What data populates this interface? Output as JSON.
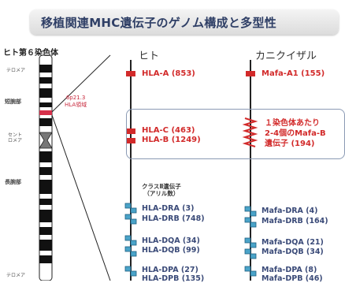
{
  "title": "移植関連MHC遺伝子のゲノム構成と多型性",
  "chromosome": {
    "title": "ヒト第６染色体",
    "regions": [
      "テロメア",
      "短腕部",
      "セント\nロメア",
      "長腕部",
      "テロメア"
    ],
    "band_label": "6p21.3\nHLA領域"
  },
  "columns": {
    "human": "ヒト",
    "monkey": "カニクイザル"
  },
  "human_genes": {
    "hla_a": "HLA-A (853)",
    "hla_c": "HLA-C (463)",
    "hla_b": "HLA-B (1249)",
    "class2_header": "クラスⅡ遺伝子\n（アリル数）",
    "hla_dra": "HLA-DRA (3)",
    "hla_drb": "HLA-DRB (748)",
    "hla_dqa": "HLA-DQA (34)",
    "hla_dqb": "HLA-DQB (99)",
    "hla_dpa": "HLA-DPA (27)",
    "hla_dpb": "HLA-DPB (135)"
  },
  "monkey_genes": {
    "mafa_a1": "Mafa-A1 (155)",
    "mafa_b_note": "１染色体あたり\n2-4個のMafa-B\n遺伝子 (194)",
    "mafa_dra": "Mafa-DRA (4)",
    "mafa_drb": "Mafa-DRB (164)",
    "mafa_dqa": "Mafa-DQA (21)",
    "mafa_dqb": "Mafa-DQB (34)",
    "mafa_dpa": "Mafa-DPA (8)",
    "mafa_dpb": "Mafa-DPB (46)"
  },
  "colors": {
    "title_text": "#2f3f66",
    "class1_red": "#d22a2a",
    "class2_blue": "#3a4a78",
    "gene_mark_cyan": "#4aa3c8",
    "band_red": "#c8283c"
  }
}
